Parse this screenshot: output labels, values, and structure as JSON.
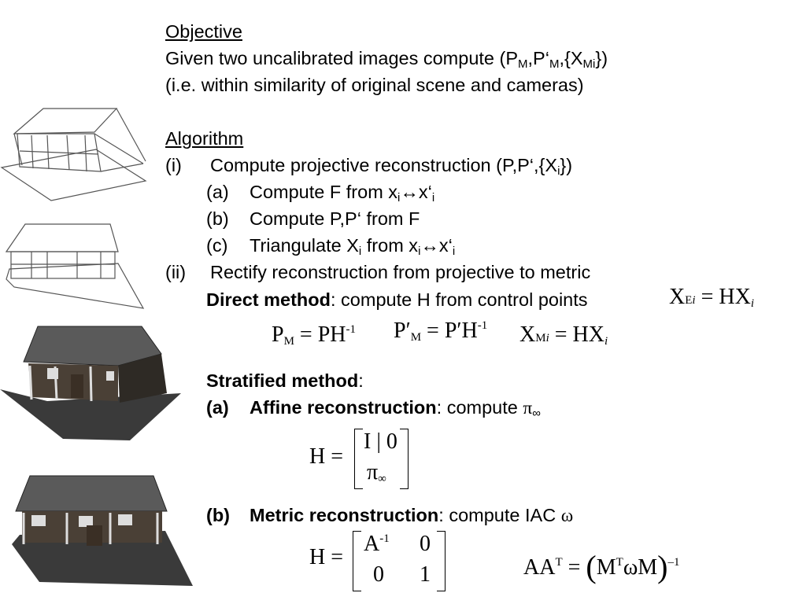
{
  "objective": {
    "heading": "Objective",
    "line1_pre": "Given two uncalibrated images compute (P",
    "line1_sub1": "M",
    "line1_mid": ",P‘",
    "line1_sub2": "M",
    "line1_mid2": ",{X",
    "line1_sub3": "Mi",
    "line1_post": "})",
    "line2": "(i.e. within similarity of original scene and cameras)"
  },
  "algorithm": {
    "heading": "Algorithm",
    "step_i_num": "(i)",
    "step_i_pre": "Compute projective reconstruction (P,P‘,{X",
    "step_i_sub": "i",
    "step_i_post": "})",
    "a_num": "(a)",
    "a_pre": "Compute F from x",
    "a_sub1": "i",
    "a_arrow": "↔x‘",
    "a_sub2": "i",
    "b_num": "(b)",
    "b_text": "Compute P,P‘ from F",
    "c_num": "(c)",
    "c_pre": "Triangulate X",
    "c_sub1": "i",
    "c_mid": " from x",
    "c_sub2": "i",
    "c_arrow": "↔x‘",
    "c_sub3": "i",
    "step_ii_num": "(ii)",
    "step_ii_text": "Rectify reconstruction from projective to metric",
    "direct_bold": "Direct method",
    "direct_rest": ": compute H from control points"
  },
  "stratified": {
    "heading_bold": "Stratified method",
    "heading_colon": ":",
    "a_num": "(a)",
    "a_bold": "Affine reconstruction",
    "a_rest": ": compute ",
    "a_symbol": "π",
    "a_symbol_sub": "∞",
    "b_num": "(b)",
    "b_bold": "Metric reconstruction",
    "b_rest": ": compute IAC ",
    "b_symbol": "ω"
  },
  "equations": {
    "control": {
      "lhs": "X",
      "lhs_sub": "E",
      "lhs_sub_i": "i",
      "eq": " = ",
      "rhs": "HX",
      "rhs_sub": "i"
    },
    "pm": {
      "lhs": "P",
      "lhs_sub": "M",
      "eq": " = ",
      "rhs": "PH",
      "rhs_sup": "-1"
    },
    "ppm": {
      "lhs": "P′",
      "lhs_sub": "M",
      "eq": " = ",
      "rhs": "P′H",
      "rhs_sup": "-1"
    },
    "xm": {
      "lhs": "X",
      "lhs_sub": "M",
      "lhs_sub_i": "i",
      "eq": " = ",
      "rhs": "HX",
      "rhs_sub": "i"
    },
    "h_affine": {
      "lhs": "H =",
      "row1": "I | 0",
      "row2": "π",
      "row2_sub": "∞"
    },
    "h_metric": {
      "lhs": "H =",
      "r1c1": "A",
      "r1c1_sup": "-1",
      "r1c2": "0",
      "r2c1": "0",
      "r2c2": "1"
    },
    "aat": {
      "lhs": "AA",
      "lhs_sup": "T",
      "eq": " = ",
      "open": "(",
      "m": "M",
      "m_sup": "T",
      "omega": "ωM",
      "close": ")",
      "close_sup": "–1"
    }
  },
  "illustrations": [
    {
      "name": "wireframe-house-view-1",
      "kind": "line-drawing"
    },
    {
      "name": "wireframe-house-view-2",
      "kind": "line-drawing"
    },
    {
      "name": "textured-house-view-1",
      "kind": "rendered"
    },
    {
      "name": "textured-house-view-2",
      "kind": "rendered"
    }
  ]
}
